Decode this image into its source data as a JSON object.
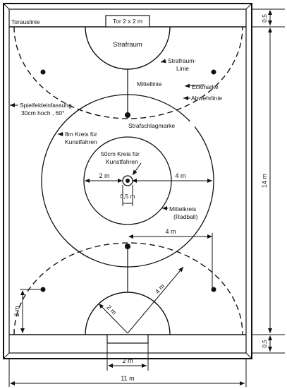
{
  "labels": {
    "torauslinie": "Torauslinie",
    "tor": "Tor 2 x 2 m",
    "strafraum": "Strafraum",
    "strafraumlinie_1": "Strafraum-",
    "strafraumlinie_2": "Linie",
    "mittellinie": "Mittellinie",
    "eckmarke": "Eckmarke",
    "abwehrlinie": "Abwehrlinie",
    "spielfeld_1": "Spielfeldeinfassung",
    "spielfeld_2": "30cm hoch , 60°",
    "strafschlagmarke": "Strafschlagmarke",
    "kreis8_1": "8m Kreis für",
    "kreis8_2": "Kunstfahren",
    "kreis50_1": "50cm Kreis für",
    "kreis50_2": "Kunstfahren",
    "center_2m": "2 m",
    "center_4m": "4 m",
    "center_05m": "0,5 m",
    "mittelkreis_1": "Mittelkreis",
    "mittelkreis_2": "(Radball)",
    "lower_4m": "4 m",
    "left_2m": "2 m",
    "diag_2m": "2 m",
    "diag_4m": "4 m",
    "bottom_2m": "2 m",
    "total_width": "11 m",
    "right_top_05": "0,5",
    "right_14m": "14 m",
    "right_bottom_05": "0,5"
  }
}
